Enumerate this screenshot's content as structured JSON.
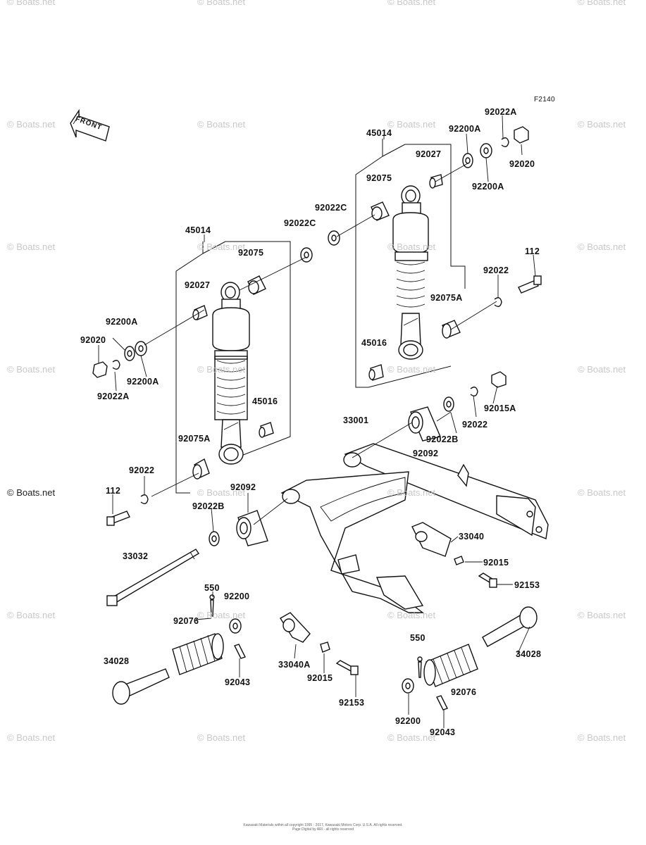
{
  "figure_code": "F2140",
  "front_arrow_label": "FRONT",
  "watermark": "© Boats.net",
  "copyright": "Kawasaki Materials within all copyright 1995 - 2017, Kawasaki Motors Corp. U.S.A. All rights reserved.",
  "copyright2": "Page Digital by ARI - all rights reserved",
  "labels": {
    "l45014_left": "45014",
    "l45014_right": "45014",
    "l92075_left": "92075",
    "l92075_right": "92075",
    "l92027_left": "92027",
    "l92027_right": "92027",
    "l92022C_left": "92022C",
    "l92022C_right": "92022C",
    "l92200A_left_top": "92200A",
    "l92200A_left_bot": "92200A",
    "l92200A_right_top": "92200A",
    "l92200A_right_bot": "92200A",
    "l92020_left": "92020",
    "l92020_right": "92020",
    "l92022A_left": "92022A",
    "l92022A_right": "92022A",
    "l45016_left": "45016",
    "l45016_right": "45016",
    "l92075A_left": "92075A",
    "l92075A_right": "92075A",
    "l92022_left": "92022",
    "l92022_right": "92022",
    "l92022_mid": "92022",
    "l112_left": "112",
    "l112_right": "112",
    "l92022B_left": "92022B",
    "l92022B_right": "92022B",
    "l92092_left": "92092",
    "l92092_right": "92092",
    "l33001": "33001",
    "l92015A": "92015A",
    "l33040": "33040",
    "l92015_right": "92015",
    "l92153_right": "92153",
    "l33032": "33032",
    "l550_left": "550",
    "l92200_left": "92200",
    "l92076_left": "92076",
    "l34028_left": "34028",
    "l92043_left": "92043",
    "l33040A": "33040A",
    "l92015_mid": "92015",
    "l92153_mid": "92153",
    "l550_right": "550",
    "l92200_right": "92200",
    "l92076_right": "92076",
    "l34028_right": "34028",
    "l92043_right": "92043"
  }
}
